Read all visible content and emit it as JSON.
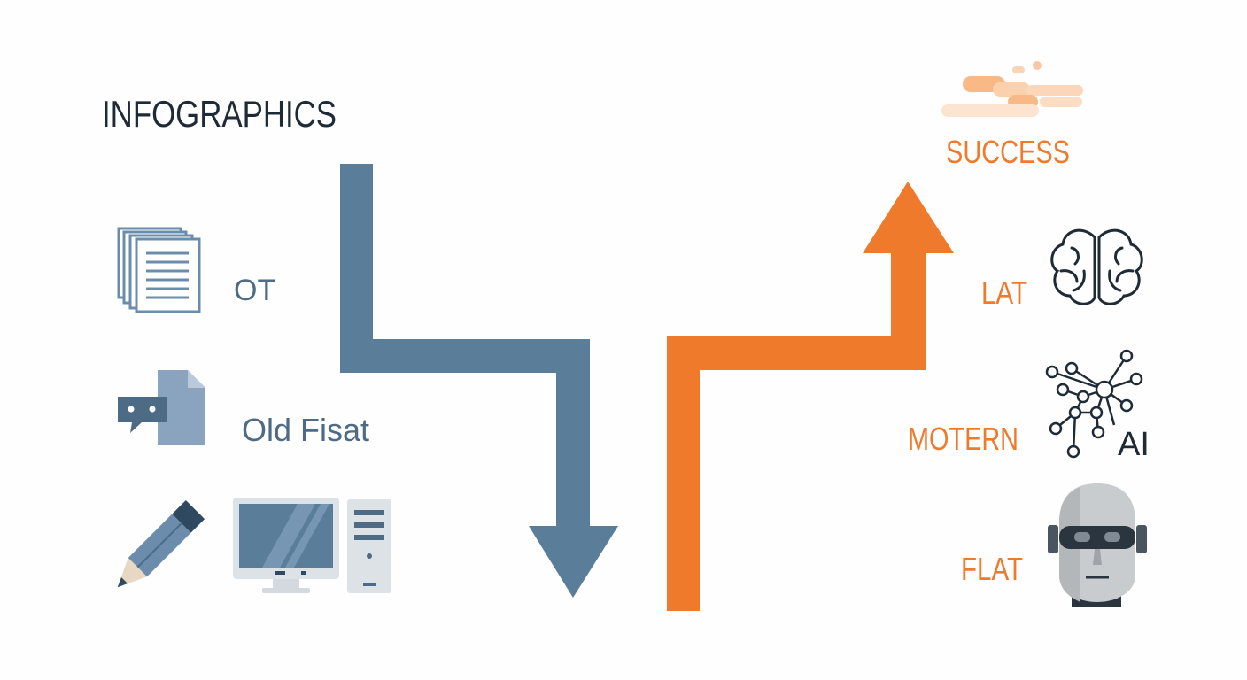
{
  "title": "INFOGRAPHICS",
  "left_labels": {
    "ot": "OT",
    "old_fisat": "Old Fisat"
  },
  "right_labels": {
    "success": "SUCCESS",
    "lat": "LAT",
    "motern": "MOTERN",
    "ai": "AI",
    "flat": "FLAT"
  },
  "colors": {
    "blue": "#5a7d9a",
    "orange": "#f07a2c",
    "dark": "#1e2b36",
    "icon_blue": "#6b8cab",
    "light_gray": "#e4e7ea"
  }
}
